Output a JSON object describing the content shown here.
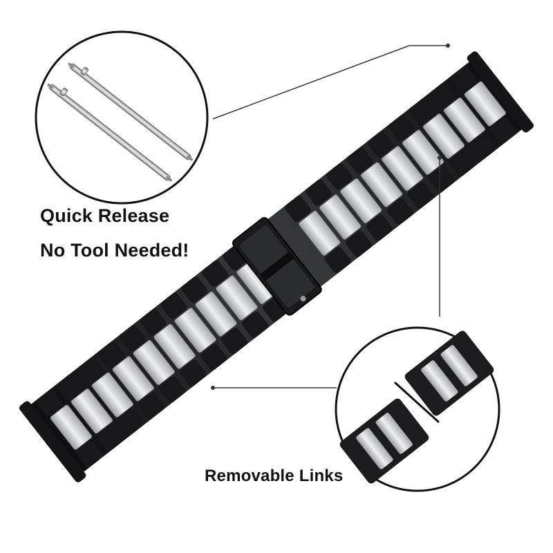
{
  "captions": {
    "quick_release": "Quick Release",
    "no_tool": "No Tool Needed!",
    "removable_links": "Removable Links"
  },
  "colors": {
    "background": "#ffffff",
    "outline": "#111111",
    "dark_link": "#1c1c1e",
    "silver_link": "#c9cbcd"
  }
}
